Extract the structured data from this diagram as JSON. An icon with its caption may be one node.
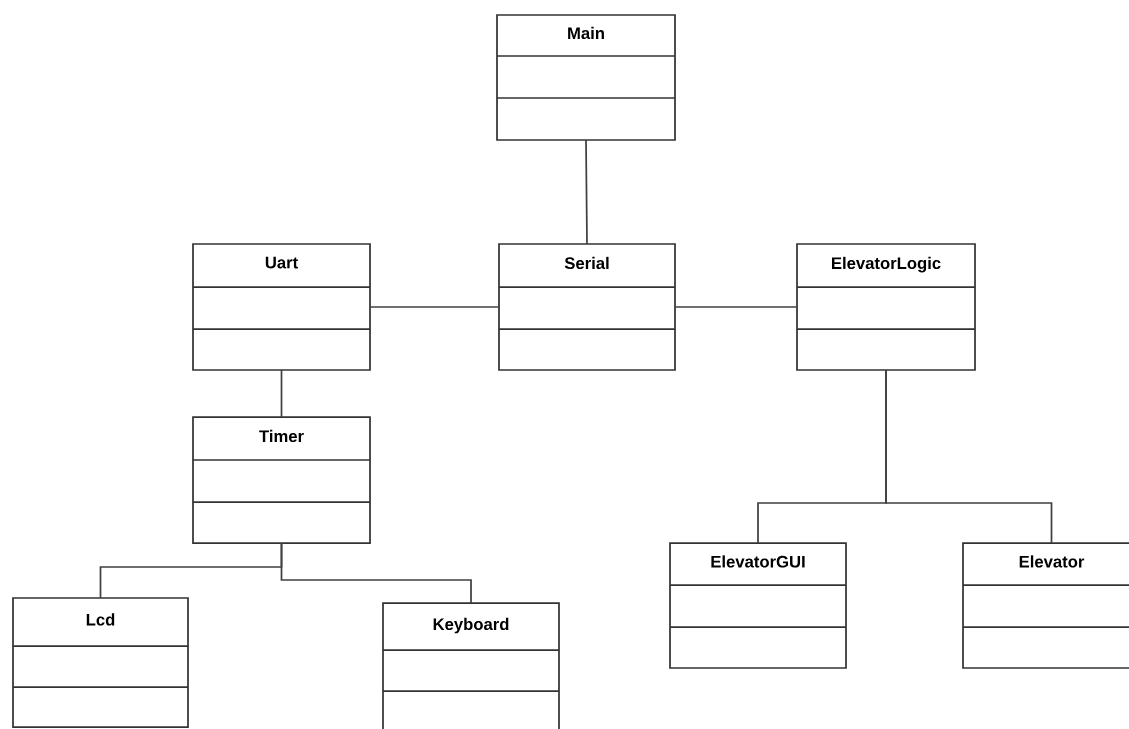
{
  "diagram": {
    "nodes": [
      {
        "text": [
          "Main"
        ]
      },
      {
        "text": [
          "Uart"
        ]
      },
      {
        "text": [
          "Serial"
        ]
      },
      {
        "text": [
          "ElevatorLogic"
        ]
      },
      {
        "text": [
          "Timer"
        ]
      },
      {
        "text": [
          "Lcd"
        ]
      },
      {
        "text": [
          "Keyboard"
        ]
      },
      {
        "text": [
          "ElevatorGUI"
        ]
      },
      {
        "text": [
          "Elevator"
        ]
      }
    ],
    "edges": [
      {
        "from": 0,
        "to": 2,
        "arrow": "none"
      },
      {
        "from": 1,
        "to": 2,
        "arrow": "none"
      },
      {
        "from": 2,
        "to": 3,
        "arrow": "none"
      },
      {
        "from": 1,
        "to": 4,
        "arrow": "none"
      },
      {
        "from": 4,
        "to": 5,
        "arrow": "none"
      },
      {
        "from": 4,
        "to": 6,
        "arrow": "none"
      },
      {
        "from": 3,
        "to": 7,
        "arrow": "none"
      },
      {
        "from": 3,
        "to": 8,
        "arrow": "none"
      }
    ]
  }
}
